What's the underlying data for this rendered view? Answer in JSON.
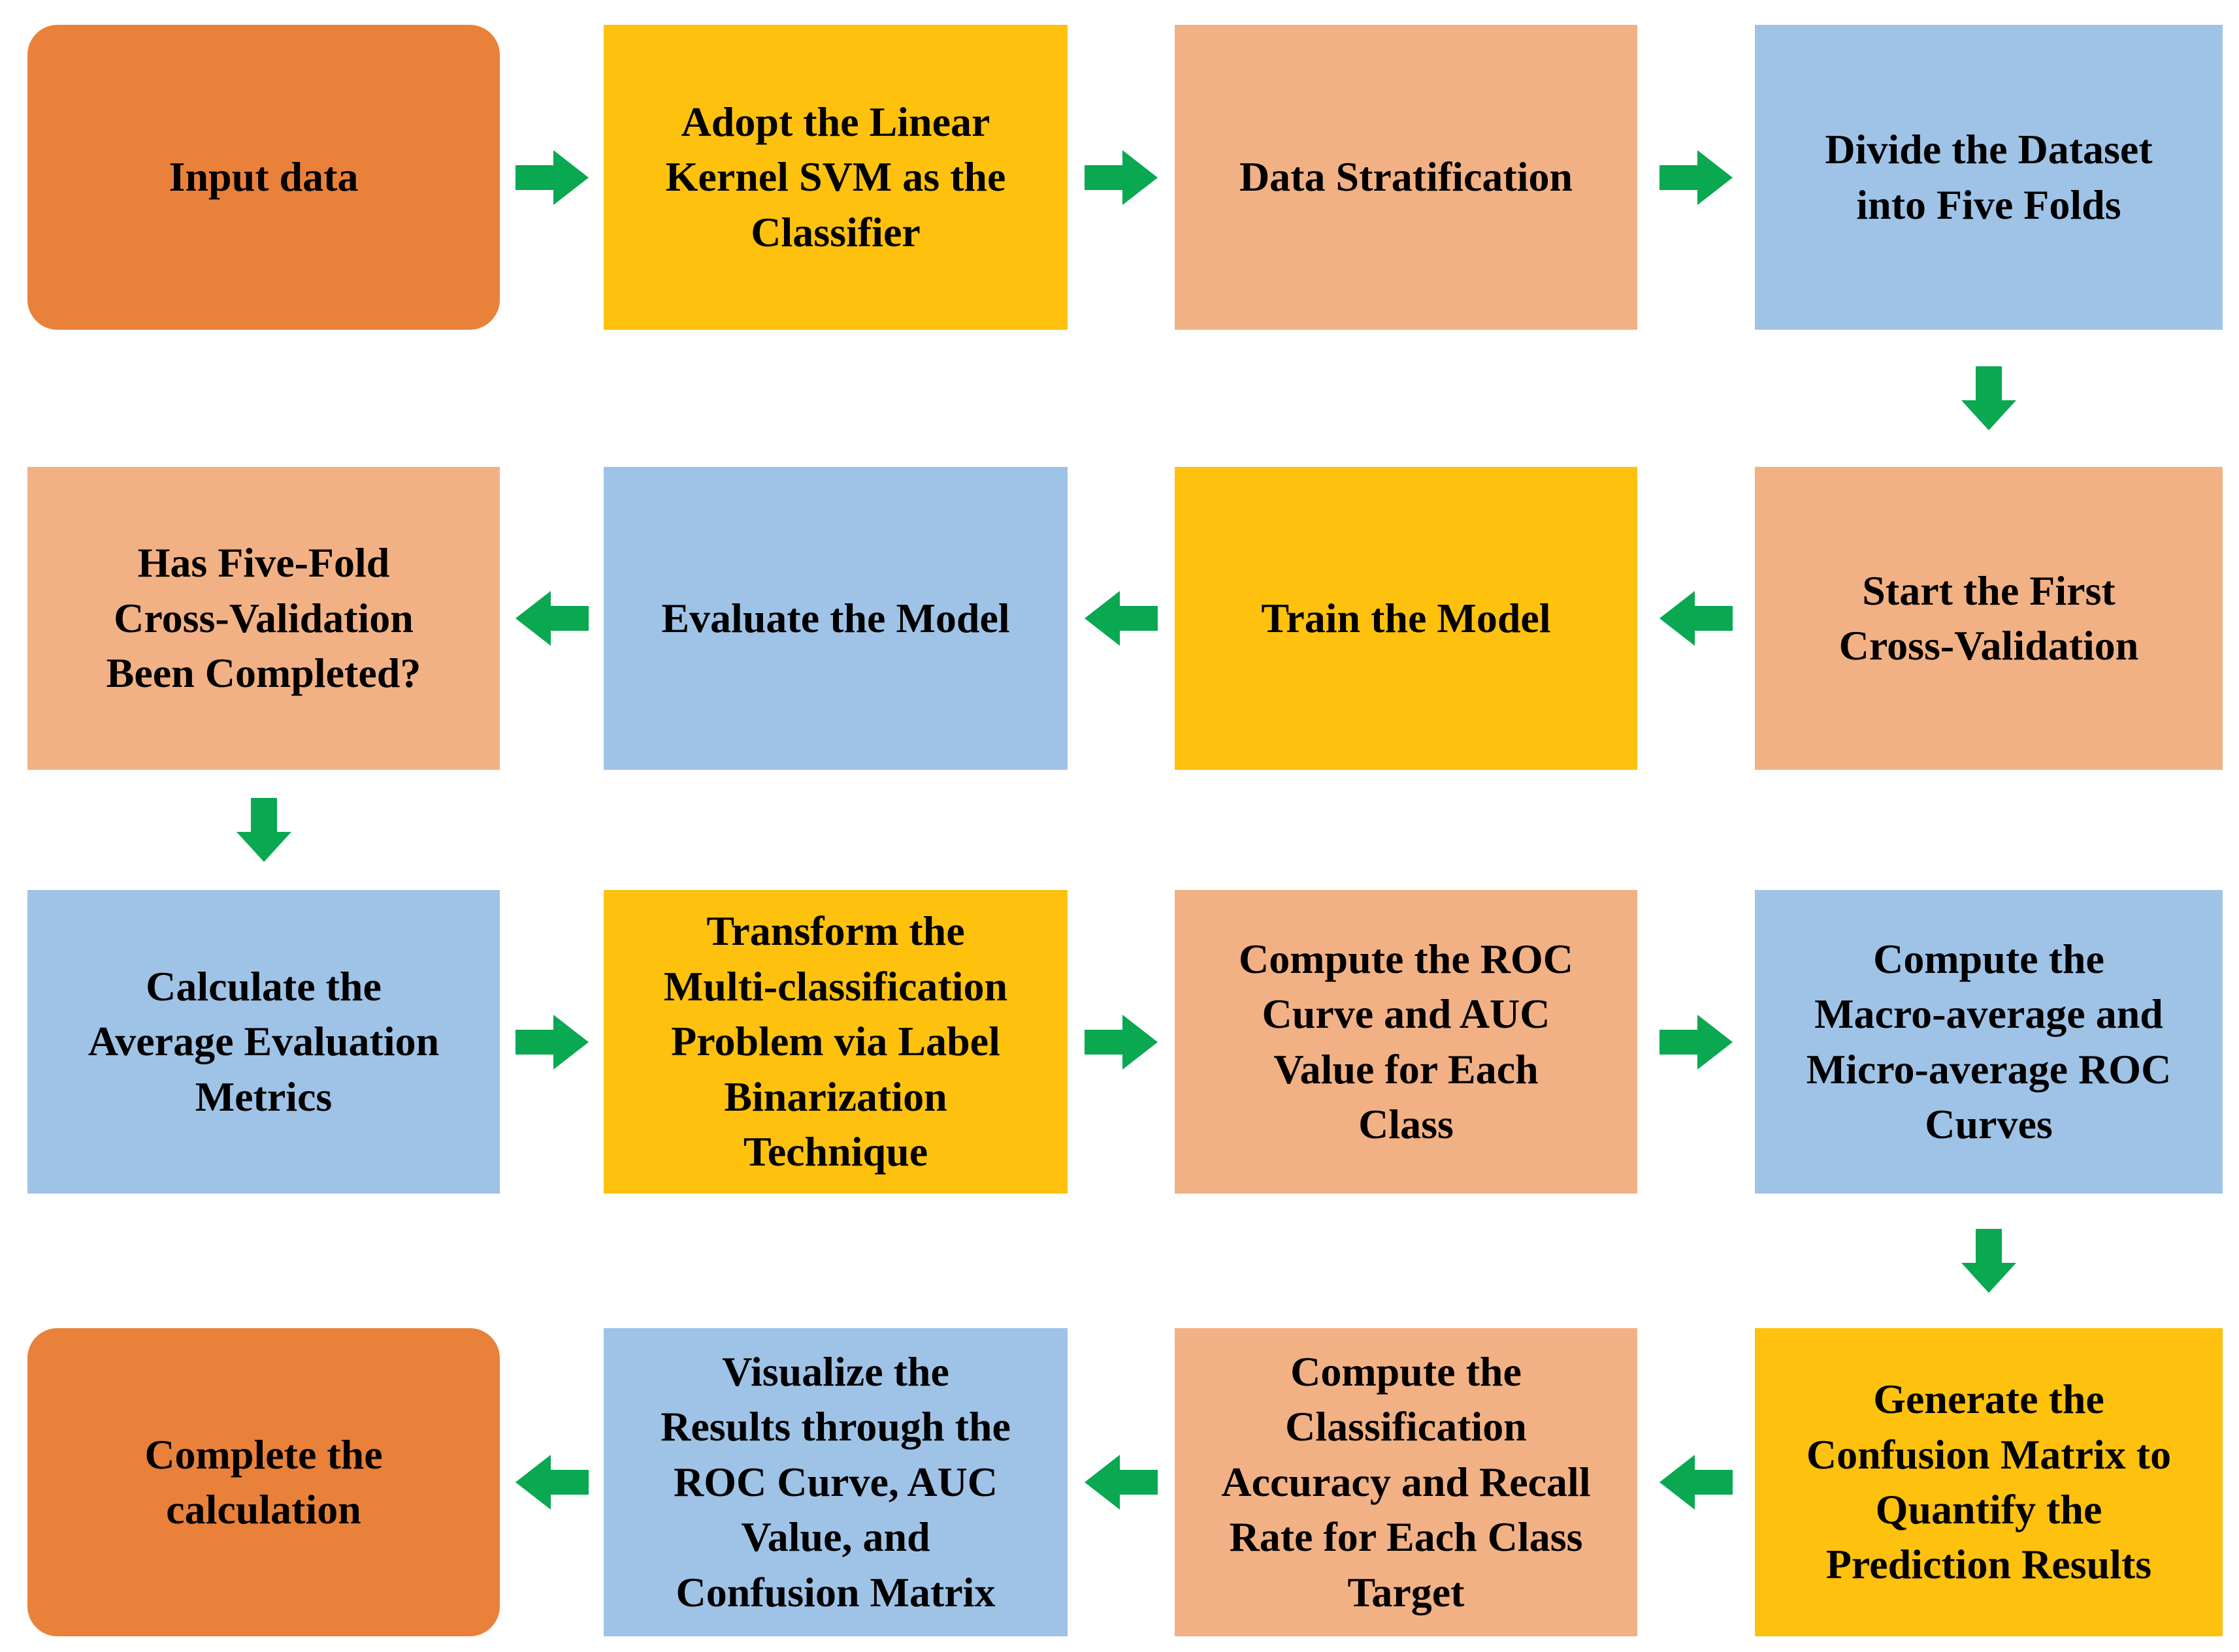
{
  "figure": {
    "type": "flowchart",
    "background": "#FFFFFF",
    "colors": {
      "start_end_orange": "#E9813B",
      "process_yellow": "#FDC10E",
      "process_peach": "#F2B184",
      "process_blue": "#9FC3E6",
      "arrow_green": "#09A851",
      "text": "#000000"
    },
    "nodes": [
      {
        "id": "input-data",
        "label": "Input data",
        "fill": "start_end_orange",
        "shape": "rounded"
      },
      {
        "id": "adopt-svm",
        "label": "Adopt the Linear\nKernel SVM as the\nClassifier",
        "fill": "process_yellow",
        "shape": "rect"
      },
      {
        "id": "data-stratification",
        "label": "Data Stratification",
        "fill": "process_peach",
        "shape": "rect"
      },
      {
        "id": "divide-dataset",
        "label": "Divide the Dataset\ninto Five Folds",
        "fill": "process_blue",
        "shape": "rect"
      },
      {
        "id": "start-first-cv",
        "label": "Start the First\nCross-Validation",
        "fill": "process_peach",
        "shape": "rect"
      },
      {
        "id": "train-model",
        "label": "Train the Model",
        "fill": "process_yellow",
        "shape": "rect"
      },
      {
        "id": "evaluate-model",
        "label": "Evaluate the Model",
        "fill": "process_blue",
        "shape": "rect"
      },
      {
        "id": "five-fold-complete",
        "label": "Has Five-Fold\nCross-Validation\nBeen Completed?",
        "fill": "process_peach",
        "shape": "rect"
      },
      {
        "id": "calc-average-metrics",
        "label": "Calculate the\nAverage Evaluation\nMetrics",
        "fill": "process_blue",
        "shape": "rect"
      },
      {
        "id": "label-binarization",
        "label": "Transform the\nMulti-classification\nProblem via Label\nBinarization\nTechnique",
        "fill": "process_yellow",
        "shape": "rect"
      },
      {
        "id": "roc-auc-each-class",
        "label": "Compute the ROC\nCurve and AUC\nValue for Each\nClass",
        "fill": "process_peach",
        "shape": "rect"
      },
      {
        "id": "macro-micro-roc",
        "label": "Compute the\nMacro-average and\nMicro-average ROC\nCurves",
        "fill": "process_blue",
        "shape": "rect"
      },
      {
        "id": "confusion-matrix",
        "label": "Generate the\nConfusion Matrix to\nQuantify the\nPrediction Results",
        "fill": "process_yellow",
        "shape": "rect"
      },
      {
        "id": "accuracy-recall",
        "label": "Compute the\nClassification\nAccuracy and Recall\nRate for Each Class\nTarget",
        "fill": "process_peach",
        "shape": "rect"
      },
      {
        "id": "visualize-results",
        "label": "Visualize the\nResults through the\nROC Curve, AUC\nValue, and\nConfusion Matrix",
        "fill": "process_blue",
        "shape": "rect"
      },
      {
        "id": "complete-calculation",
        "label": "Complete the\ncalculation",
        "fill": "start_end_orange",
        "shape": "rounded"
      }
    ],
    "arrows": [
      {
        "from": "input-data",
        "to": "adopt-svm",
        "direction": "right"
      },
      {
        "from": "adopt-svm",
        "to": "data-stratification",
        "direction": "right"
      },
      {
        "from": "data-stratification",
        "to": "divide-dataset",
        "direction": "right"
      },
      {
        "from": "divide-dataset",
        "to": "start-first-cv",
        "direction": "down"
      },
      {
        "from": "start-first-cv",
        "to": "train-model",
        "direction": "left"
      },
      {
        "from": "train-model",
        "to": "evaluate-model",
        "direction": "left"
      },
      {
        "from": "evaluate-model",
        "to": "five-fold-complete",
        "direction": "left"
      },
      {
        "from": "five-fold-complete",
        "to": "calc-average-metrics",
        "direction": "down"
      },
      {
        "from": "calc-average-metrics",
        "to": "label-binarization",
        "direction": "right"
      },
      {
        "from": "label-binarization",
        "to": "roc-auc-each-class",
        "direction": "right"
      },
      {
        "from": "roc-auc-each-class",
        "to": "macro-micro-roc",
        "direction": "right"
      },
      {
        "from": "macro-micro-roc",
        "to": "confusion-matrix",
        "direction": "down"
      },
      {
        "from": "confusion-matrix",
        "to": "accuracy-recall",
        "direction": "left"
      },
      {
        "from": "accuracy-recall",
        "to": "visualize-results",
        "direction": "left"
      },
      {
        "from": "visualize-results",
        "to": "complete-calculation",
        "direction": "left"
      }
    ]
  }
}
